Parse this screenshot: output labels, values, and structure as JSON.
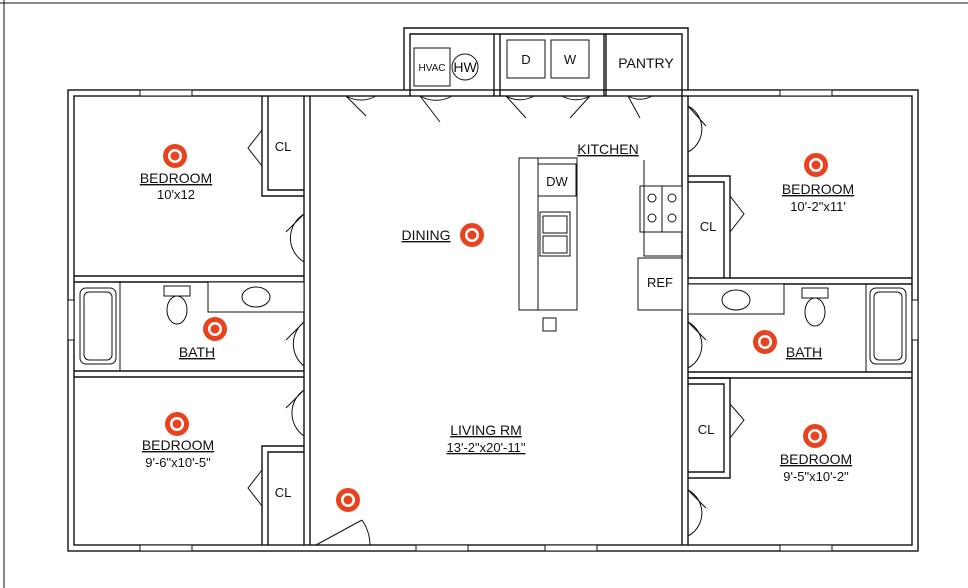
{
  "rooms": {
    "bedroom_nw": {
      "name": "BEDROOM",
      "size": "10'x12"
    },
    "bedroom_sw": {
      "name": "BEDROOM",
      "size": "9'-6\"x10'-5\""
    },
    "bedroom_ne": {
      "name": "BEDROOM",
      "size": "10'-2\"x11'"
    },
    "bedroom_se": {
      "name": "BEDROOM",
      "size": "9'-5\"x10'-2\""
    },
    "bath_w": {
      "name": "BATH"
    },
    "bath_e": {
      "name": "BATH"
    },
    "dining": {
      "name": "DINING"
    },
    "kitchen": {
      "name": "KITCHEN"
    },
    "living": {
      "name": "LIVING RM",
      "size": "13'-2\"x20'-11\""
    }
  },
  "fixtures": {
    "hvac": "HVAC",
    "hw": "HW",
    "dryer": "D",
    "washer": "W",
    "pantry": "PANTRY",
    "dishwasher": "DW",
    "refrigerator": "REF",
    "closet_nw": "CL",
    "closet_sw": "CL",
    "closet_ne": "CL",
    "closet_se": "CL"
  },
  "colors": {
    "marker": "#e8431f",
    "line": "#111111",
    "background": "#ffffff"
  }
}
